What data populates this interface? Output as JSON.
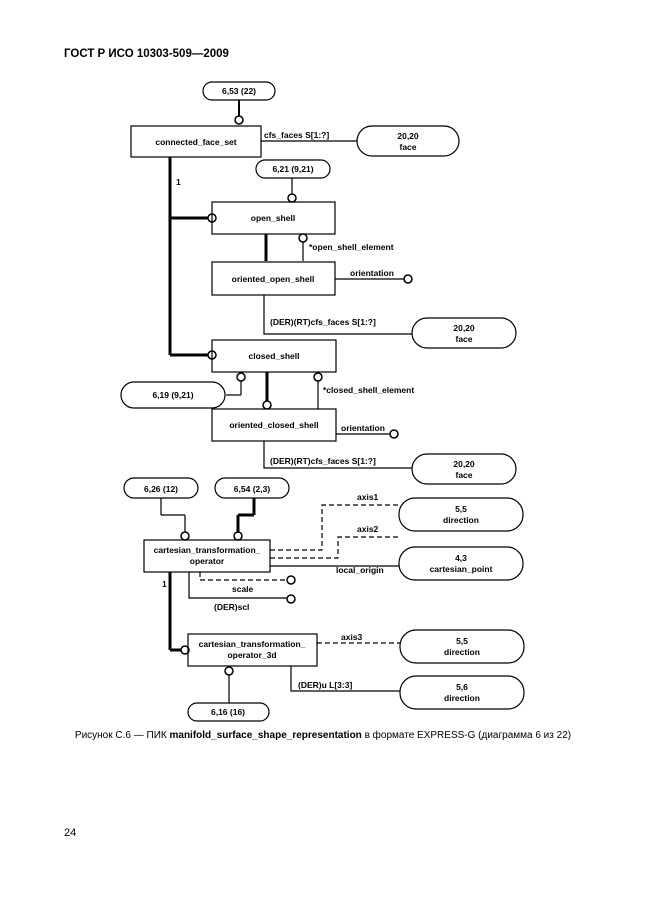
{
  "header": "ГОСТ Р ИСО 10303-509—2009",
  "page_number": "24",
  "caption": {
    "prefix": "Рисунок С.6 — ПИК ",
    "bold": "manifold_surface_shape_representation",
    "suffix": " в формате EXPRESS-G (диаграмма 6 из 22)"
  },
  "refs": {
    "r653": "6,53 (22)",
    "r2020a_l1": "20,20",
    "r2020a_l2": "face",
    "r621": "6,21 (9,21)",
    "r2020b_l1": "20,20",
    "r2020b_l2": "face",
    "r619": "6,19 (9,21)",
    "r2020c_l1": "20,20",
    "r2020c_l2": "face",
    "r626": "6,26 (12)",
    "r654": "6,54 (2,3)",
    "r55a_l1": "5,5",
    "r55a_l2": "direction",
    "r43_l1": "4,3",
    "r43_l2": "cartesian_point",
    "r55b_l1": "5,5",
    "r55b_l2": "direction",
    "r56_l1": "5,6",
    "r56_l2": "direction",
    "r616": "6,16 (16)"
  },
  "entities": {
    "connected_face_set": "connected_face_set",
    "open_shell": "open_shell",
    "oriented_open_shell": "oriented_open_shell",
    "closed_shell": "closed_shell",
    "oriented_closed_shell": "oriented_closed_shell",
    "cto_l1": "cartesian_transformation_",
    "cto_l2": "operator",
    "cto3d_l1": "cartesian_transformation_",
    "cto3d_l2": "operator_3d"
  },
  "labels": {
    "cfs_faces": "cfs_faces S[1:?]",
    "one_a": "1",
    "open_shell_element": "*open_shell_element",
    "orientation_a": "orientation",
    "der_cfs_faces_a": "(DER)(RT)cfs_faces S[1:?]",
    "closed_shell_element": "*closed_shell_element",
    "orientation_b": "orientation",
    "der_cfs_faces_b": "(DER)(RT)cfs_faces S[1:?]",
    "axis1": "axis1",
    "axis2": "axis2",
    "local_origin": "local_origin",
    "scale": "scale",
    "der_scl": "(DER)scl",
    "one_b": "1",
    "axis3": "axis3",
    "der_u": "(DER)u L[3:3]"
  }
}
